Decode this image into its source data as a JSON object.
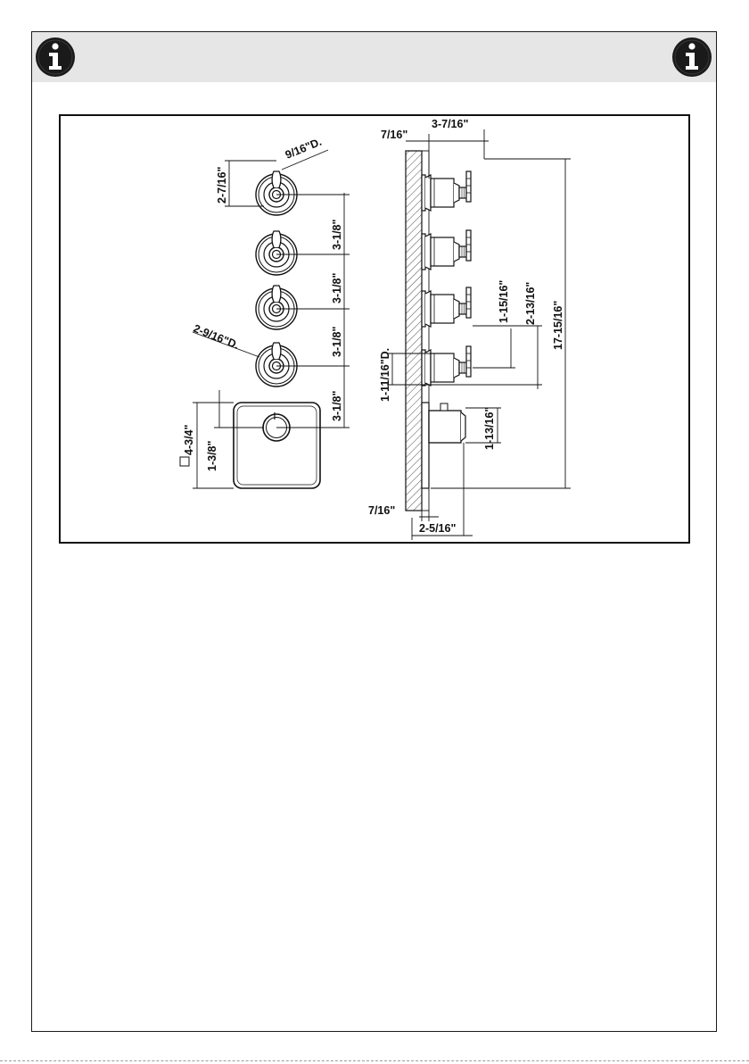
{
  "header": {
    "left_icon": "info-icon",
    "right_icon": "info-icon",
    "icon_glyph": "i",
    "band_color": "#e6e6e6",
    "icon_color": "#1a1a1a"
  },
  "drawing": {
    "front_view": {
      "handle_diameter": "9/16\"D.",
      "escutcheon_diameter": "2-9/16\"D.",
      "top_offset": "2-7/16\"",
      "spacing_1": "3-1/8\"",
      "spacing_2": "3-1/8\"",
      "spacing_3": "3-1/8\"",
      "spacing_4": "3-1/8\"",
      "plate_square": "4-3/4\"",
      "plate_center": "1-3/8\""
    },
    "side_view": {
      "wall_thickness_top": "7/16\"",
      "projection": "3-7/16\"",
      "total_height": "17-15/16\"",
      "handle_length": "2-13/16\"",
      "handle_offset": "1-15/16\"",
      "body_diameter": "1-11/16\"D.",
      "knob_diameter": "1-13/16\"",
      "wall_thickness_bottom": "7/16\"",
      "knob_projection": "2-5/16\""
    }
  }
}
